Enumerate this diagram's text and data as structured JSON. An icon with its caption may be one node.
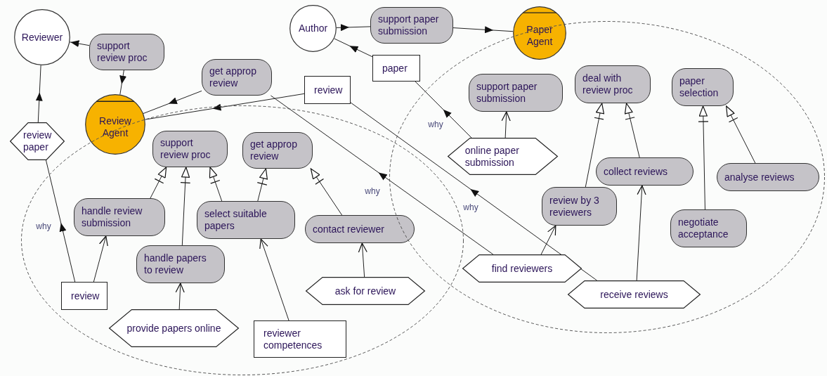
{
  "diagram": {
    "nodes": [
      {
        "text": [
          "Reviewer"
        ]
      },
      {
        "text": [
          "support review proc"
        ]
      },
      {
        "text": [
          "Author"
        ]
      },
      {
        "text": [
          "support paper submission"
        ]
      },
      {
        "text": [
          "Paper Agent"
        ]
      },
      {
        "text": [
          "paper"
        ]
      },
      {
        "text": [
          "get approp review"
        ]
      },
      {
        "text": [
          "review"
        ]
      },
      {
        "text": [
          "Review Agent"
        ]
      },
      {
        "text": [
          "review paper"
        ]
      },
      {
        "text": [],
        "shape": "ellipse"
      },
      {
        "text": [
          "support review proc"
        ],
        "in": 10
      },
      {
        "text": [
          "get approp review"
        ],
        "in": 10
      },
      {
        "text": [
          "handle review submission"
        ],
        "in": 10
      },
      {
        "text": [
          "select suitable papers"
        ],
        "in": 10
      },
      {
        "text": [
          "contact reviewer"
        ],
        "in": 10
      },
      {
        "text": [
          "handle papers to review"
        ],
        "in": 10
      },
      {
        "text": [
          "review"
        ],
        "in": 10
      },
      {
        "text": [
          "provide papers online"
        ],
        "in": 10
      },
      {
        "text": [
          "ask for review"
        ],
        "in": 10
      },
      {
        "text": [
          "reviewer competences"
        ],
        "in": 10
      },
      {
        "text": [],
        "shape": "ellipse"
      },
      {
        "text": [
          "support paper submission"
        ],
        "in": 21
      },
      {
        "text": [
          "deal with review proc"
        ],
        "in": 21
      },
      {
        "text": [
          "paper selection"
        ],
        "in": 21
      },
      {
        "text": [
          "online paper submission"
        ],
        "in": 21
      },
      {
        "text": [
          "collect reviews"
        ],
        "in": 21
      },
      {
        "text": [
          "analyse reviews"
        ],
        "in": 21
      },
      {
        "text": [
          "review by 3 reviewers"
        ],
        "in": 21
      },
      {
        "text": [
          "negotiate acceptance"
        ],
        "in": 21
      },
      {
        "text": [
          "find reviewers"
        ],
        "in": 21
      },
      {
        "text": [
          "receive reviews"
        ],
        "in": 21
      }
    ],
    "edges": [
      {
        "from": 1,
        "to": 0,
        "arrow": "to"
      },
      {
        "from": 1,
        "to": 8,
        "arrow": "to"
      },
      {
        "from": 9,
        "to": 0,
        "arrow": "to"
      },
      {
        "from": 2,
        "to": 3,
        "arrow": "to"
      },
      {
        "from": 3,
        "to": 4,
        "arrow": "to"
      },
      {
        "from": 5,
        "to": 2,
        "arrow": "to"
      },
      {
        "from": 25,
        "to": 5,
        "arrow": "to",
        "label": "why"
      },
      {
        "from": 6,
        "to": 8,
        "arrow": "to"
      },
      {
        "from": 30,
        "to": 6,
        "arrow": "to",
        "label": "why"
      },
      {
        "from": 7,
        "to": 8,
        "arrow": "to"
      },
      {
        "from": 31,
        "to": 7,
        "arrow": "to",
        "label": "why"
      },
      {
        "from": 17,
        "to": 9,
        "arrow": "to",
        "label": "why"
      },
      {
        "from": 25,
        "to": 22,
        "arrow": "to"
      },
      {
        "from": 17,
        "to": 13,
        "arrow": "to"
      },
      {
        "from": 18,
        "to": 16,
        "arrow": "to"
      },
      {
        "from": 20,
        "to": 14,
        "arrow": "to"
      },
      {
        "from": 19,
        "to": 15,
        "arrow": "to"
      },
      {
        "from": 30,
        "to": 28,
        "arrow": "to"
      },
      {
        "from": 31,
        "to": 26,
        "arrow": "to"
      },
      {
        "from": 13,
        "to": 11,
        "arrow": "to"
      },
      {
        "from": 16,
        "to": 11,
        "arrow": "to"
      },
      {
        "from": 14,
        "to": 11,
        "arrow": "to"
      },
      {
        "from": 14,
        "to": 12,
        "arrow": "to"
      },
      {
        "from": 15,
        "to": 12,
        "arrow": "to"
      },
      {
        "from": 28,
        "to": 23,
        "arrow": "to"
      },
      {
        "from": 26,
        "to": 23,
        "arrow": "to"
      },
      {
        "from": 29,
        "to": 24,
        "arrow": "to"
      },
      {
        "from": 27,
        "to": 24,
        "arrow": "to"
      }
    ]
  }
}
